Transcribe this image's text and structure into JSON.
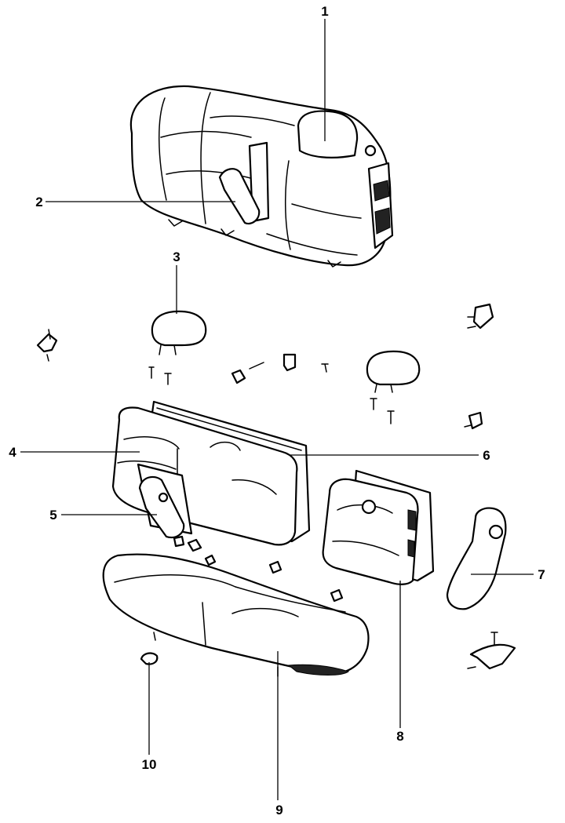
{
  "diagram": {
    "background": "#ffffff",
    "ink": "#000000",
    "callouts": [
      {
        "id": "1",
        "label": "1"
      },
      {
        "id": "2",
        "label": "2"
      },
      {
        "id": "3",
        "label": "3"
      },
      {
        "id": "4",
        "label": "4"
      },
      {
        "id": "5",
        "label": "5"
      },
      {
        "id": "6",
        "label": "6"
      },
      {
        "id": "7",
        "label": "7"
      },
      {
        "id": "8",
        "label": "8"
      },
      {
        "id": "9",
        "label": "9"
      },
      {
        "id": "10",
        "label": "10"
      }
    ]
  }
}
